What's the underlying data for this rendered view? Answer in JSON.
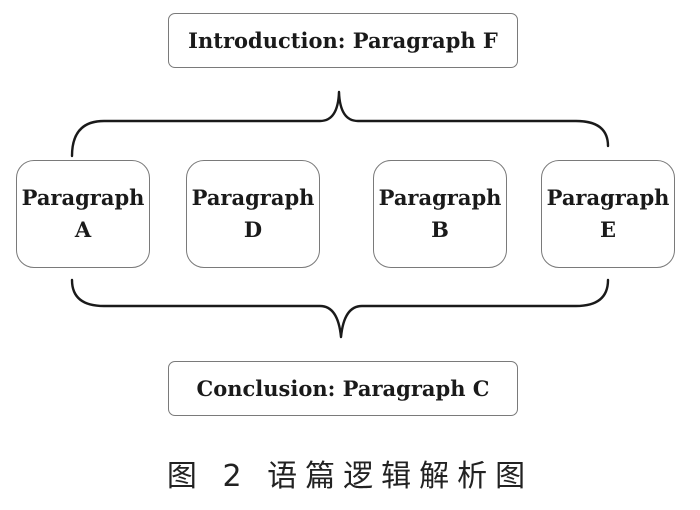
{
  "introduction": {
    "label": "Introduction: Paragraph F"
  },
  "paragraphs": [
    {
      "line1": "Paragraph",
      "line2": "A"
    },
    {
      "line1": "Paragraph",
      "line2": "D"
    },
    {
      "line1": "Paragraph",
      "line2": "B"
    },
    {
      "line1": "Paragraph",
      "line2": "E"
    }
  ],
  "conclusion": {
    "label": "Conclusion: Paragraph C"
  },
  "caption": "图 2 语篇逻辑解析图"
}
